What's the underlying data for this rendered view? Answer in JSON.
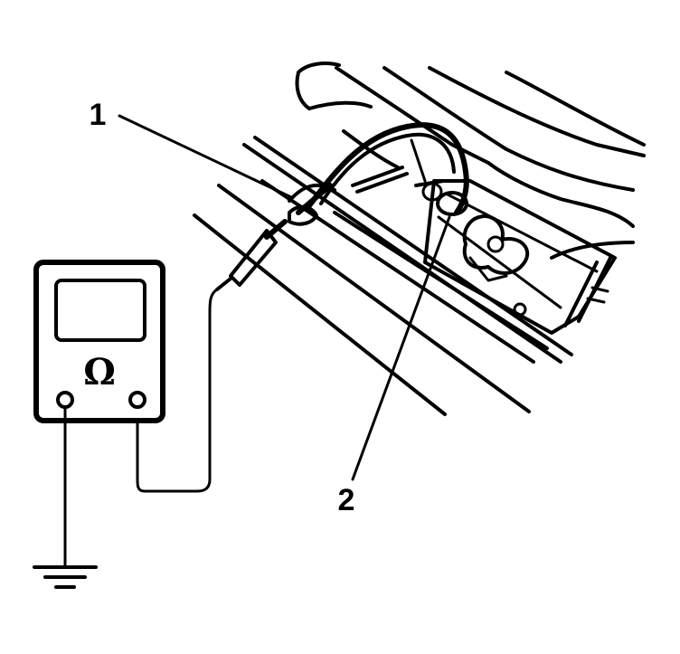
{
  "callouts": {
    "one": "1",
    "two": "2"
  },
  "meter": {
    "symbol": "Ω"
  },
  "colors": {
    "ink": "#000000",
    "paper": "#ffffff"
  }
}
